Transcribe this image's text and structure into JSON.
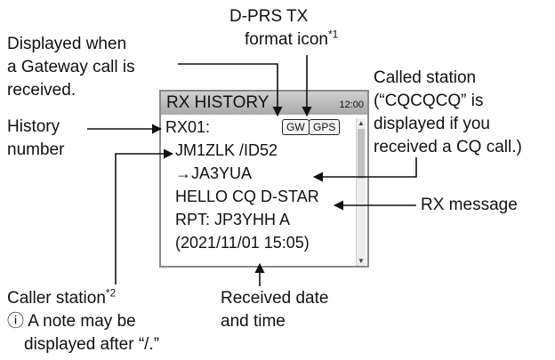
{
  "annotations": {
    "gateway_note": [
      "Displayed when",
      "a Gateway call is",
      "received."
    ],
    "dprs_icon": [
      "D-PRS TX",
      "format icon"
    ],
    "dprs_icon_sup": "*1",
    "called_station": [
      "Called station",
      "(“CQCQCQ” is",
      "displayed if you",
      "received a CQ call.)"
    ],
    "history_number": [
      "History",
      "number"
    ],
    "rx_message": "RX message",
    "caller_station": "Caller station",
    "caller_station_sup": "*2",
    "caller_note": [
      "ⓘ A note may be",
      "displayed after “/.”"
    ],
    "received_datetime": [
      "Received date",
      "and time"
    ]
  },
  "screen": {
    "title": "RX HISTORY",
    "clock": "12:00",
    "history_no": "RX01:",
    "badge_gw": "GW",
    "badge_gps": "GPS",
    "caller": "JM1ZLK  /ID52",
    "called": "→JA3YUA",
    "message": "HELLO CQ D-STAR",
    "repeater": "RPT:  JP3YHH A",
    "datetime": "(2021/11/01 15:05)"
  }
}
